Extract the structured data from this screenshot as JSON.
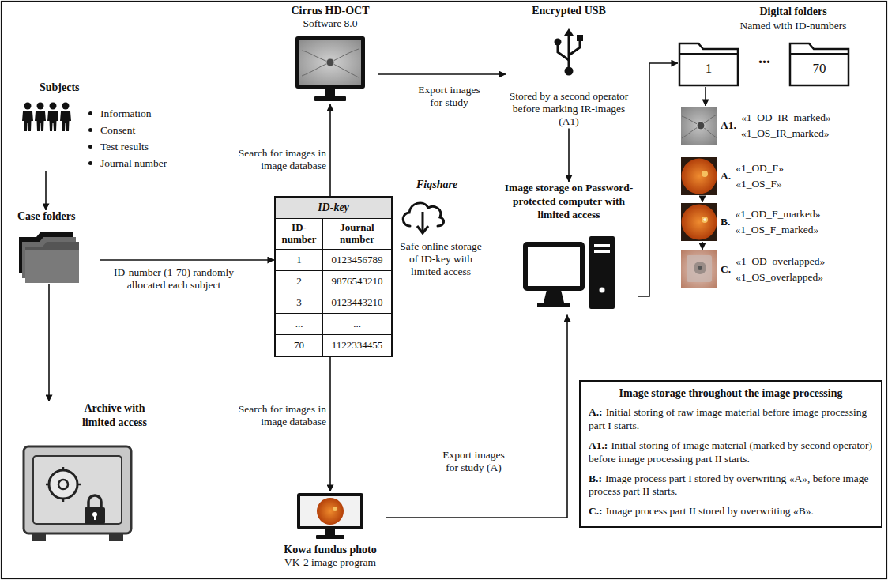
{
  "diagram": {
    "nodes": [
      {
        "text": [
          "Subjects",
          "Information",
          "Consent",
          "Test results",
          "Journal number"
        ]
      },
      {
        "text": [
          "Case folders"
        ]
      },
      {
        "text": [
          "Archive with limited access"
        ]
      },
      {
        "text": [
          "ID-key",
          "ID-number",
          "Journal number",
          "1",
          "0123456789",
          "2",
          "9876543210",
          "3",
          "0123443210",
          "...",
          "...",
          "70",
          "1122334455"
        ]
      },
      {
        "text": [
          "Figshare",
          "Safe online storage of ID-key with limited access"
        ]
      },
      {
        "text": [
          "Cirrus HD-OCT",
          "Software 8.0"
        ]
      },
      {
        "text": [
          "Encrypted USB",
          "Stored by a second operator before marking IR-images (A1)"
        ]
      },
      {
        "text": [
          "Image storage on Password-protected computer with limited access"
        ]
      },
      {
        "text": [
          "Kowa fundus photo",
          "VK-2 image program"
        ]
      },
      {
        "text": [
          "1"
        ]
      },
      {
        "text": [
          "70"
        ]
      },
      {
        "text": [
          "A1.",
          "«1_OD_IR_marked»",
          "«1_OS_IR_marked»"
        ]
      },
      {
        "text": [
          "A.",
          "«1_OD_F»",
          "«1_OS_F»"
        ]
      },
      {
        "text": [
          "B.",
          "«1_OD_F_marked»",
          "«1_OS_F_marked»"
        ]
      },
      {
        "text": [
          "C.",
          "«1_OD_overlapped»",
          "«1_OS_overlapped»"
        ]
      },
      {
        "text": [
          "Image storage throughout the image processing",
          "A.:",
          "Initial storing of raw image material before image processing part I starts.",
          "A1.:",
          "Initial storing of image material (marked by second operator) before image processing part II starts.",
          "B.:",
          "Image process part I stored by overwriting «A», before image process part II starts.",
          "C.:",
          "Image process part II stored by overwriting «B»."
        ]
      }
    ],
    "edges": [
      {
        "from": 0,
        "to": 1,
        "arrow": "to"
      },
      {
        "from": 1,
        "to": 2,
        "arrow": "to"
      },
      {
        "from": 1,
        "to": 3,
        "arrow": "to",
        "label": "ID-number (1-70) randomly allocated each subject"
      },
      {
        "from": 3,
        "to": 5,
        "arrow": "to",
        "label": "Search for images in image database"
      },
      {
        "from": 3,
        "to": 8,
        "arrow": "to",
        "label": "Search for images in image database"
      },
      {
        "from": 5,
        "to": 6,
        "arrow": "to",
        "label": "Export images for study"
      },
      {
        "from": 6,
        "to": 7,
        "arrow": "to"
      },
      {
        "from": 8,
        "to": 7,
        "arrow": "to",
        "label": "Export images for study (A)"
      },
      {
        "from": 7,
        "to": 9,
        "arrow": "to"
      },
      {
        "from": 9,
        "to": 11,
        "arrow": "to"
      },
      {
        "from": 12,
        "to": 13,
        "arrow": "to"
      },
      {
        "from": 13,
        "to": 14,
        "arrow": "to"
      }
    ],
    "labels": [
      "Digital folders",
      "Named with ID-numbers",
      "..."
    ]
  }
}
